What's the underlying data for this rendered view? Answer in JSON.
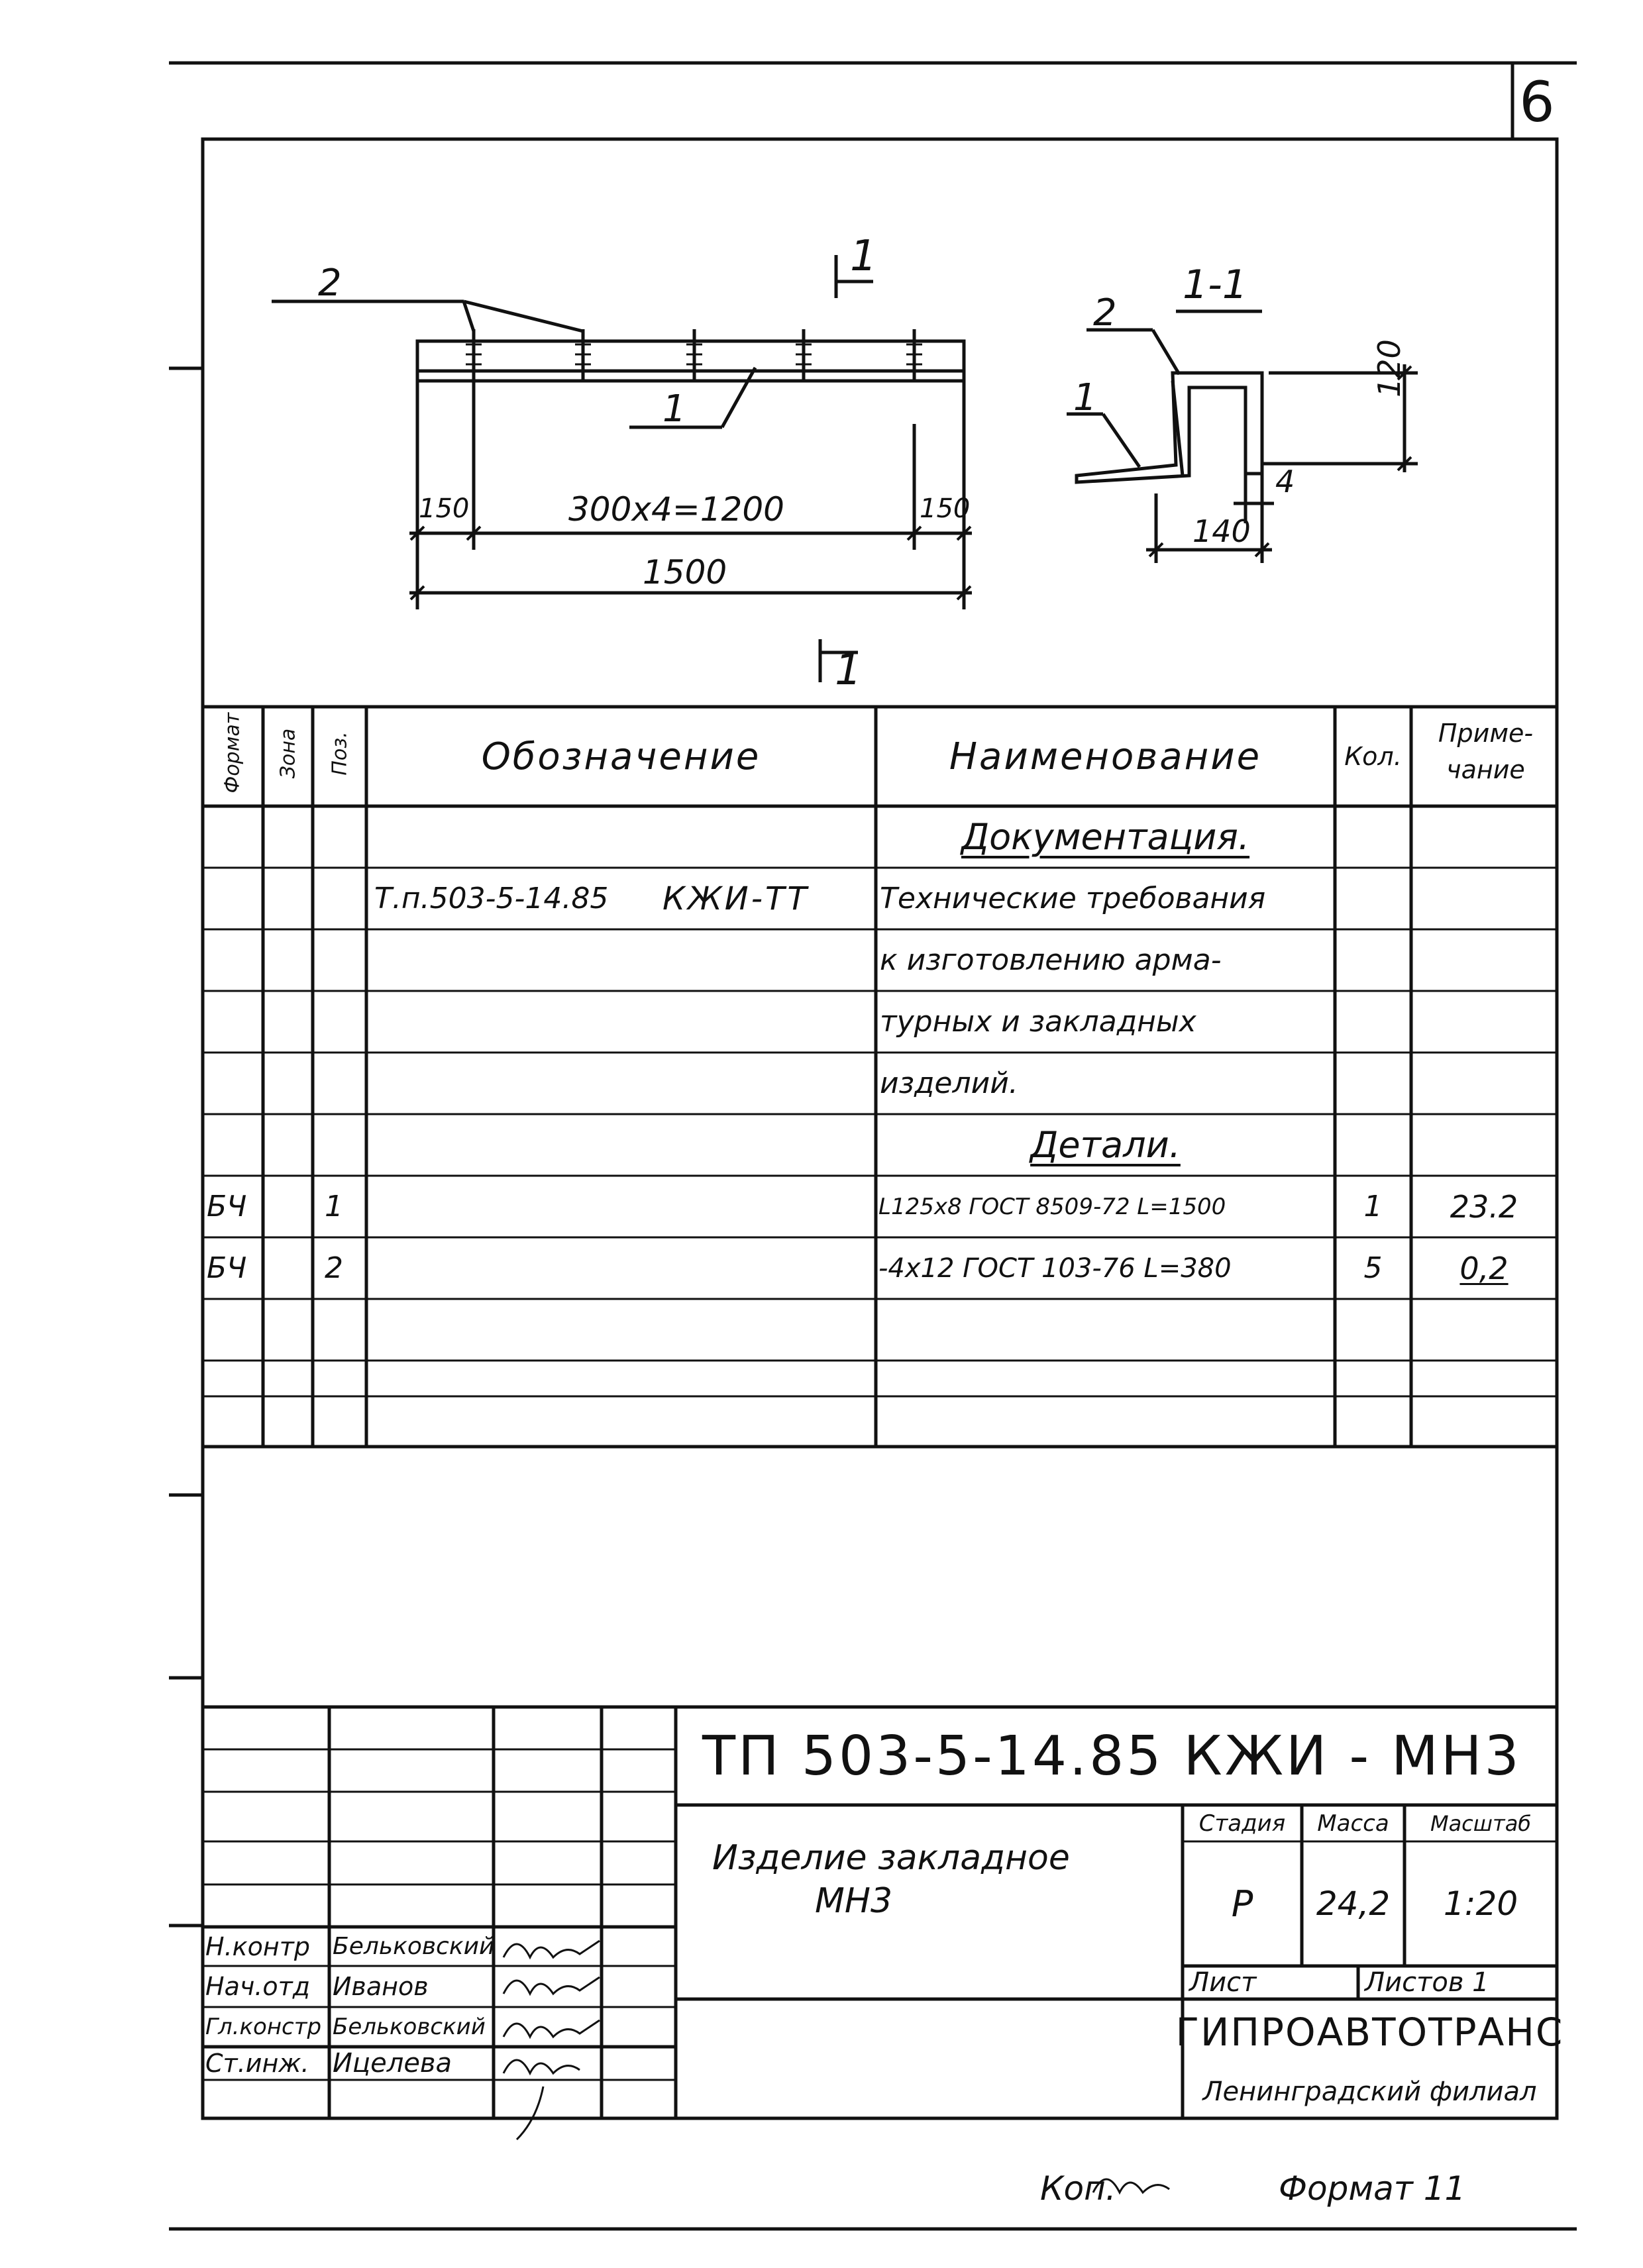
{
  "sheet": {
    "number": "6"
  },
  "drawing": {
    "pos_labels": {
      "p1": "1",
      "p2": "2"
    },
    "section_mark_top": "1",
    "section_mark_bottom": "1",
    "section_title": "1-1",
    "dims": {
      "left_offset": "150",
      "spacing": "300х4=1200",
      "right_offset": "150",
      "total": "1500",
      "height": "120",
      "width": "140",
      "thickness": "4"
    }
  },
  "spec": {
    "headers": {
      "format": "Формат",
      "zone": "Зона",
      "pos": "Поз.",
      "designation": "Обозначение",
      "name": "Наименование",
      "qty": "Кол.",
      "note_line1": "Приме-",
      "note_line2": "чание"
    },
    "section_documentation": "Документация.",
    "doc_designation_left": "Т.п.503-5-14.85",
    "doc_designation_right": "КЖИ-ТТ",
    "doc_name_lines": [
      "Технические требования",
      "к изготовлению арма-",
      "турных и закладных",
      "изделий."
    ],
    "section_details": "Детали.",
    "rows": [
      {
        "format": "БЧ",
        "pos": "1",
        "name": "L125х8 ГОСТ 8509-72 L=1500",
        "qty": "1",
        "note": "23.2"
      },
      {
        "format": "БЧ",
        "pos": "2",
        "name": "-4х12 ГОСТ 103-76 L=380",
        "qty": "5",
        "note": "0,2"
      }
    ]
  },
  "title_block": {
    "code": "ТП 503-5-14.85 КЖИ - МН3",
    "item_title_line1": "Изделие закладное",
    "item_title_line2": "МН3",
    "labels": {
      "stage": "Стадия",
      "mass": "Масса",
      "scale": "Масштаб",
      "sheet": "Лист",
      "sheets": "Листов 1"
    },
    "values": {
      "stage": "Р",
      "mass": "24,2",
      "scale": "1:20"
    },
    "org_line1": "ГИПРОАВТОТРАНС",
    "org_line2": "Ленинградский филиал",
    "people": [
      {
        "role": "Н.контр",
        "name": "Бельковский"
      },
      {
        "role": "Нач.отд",
        "name": "Иванов"
      },
      {
        "role": "Гл.констр",
        "name": "Бельковский"
      },
      {
        "role": "Ст.инж.",
        "name": "Ицелева"
      }
    ]
  },
  "footer": {
    "copy": "Коп.",
    "format": "Формат 11"
  }
}
